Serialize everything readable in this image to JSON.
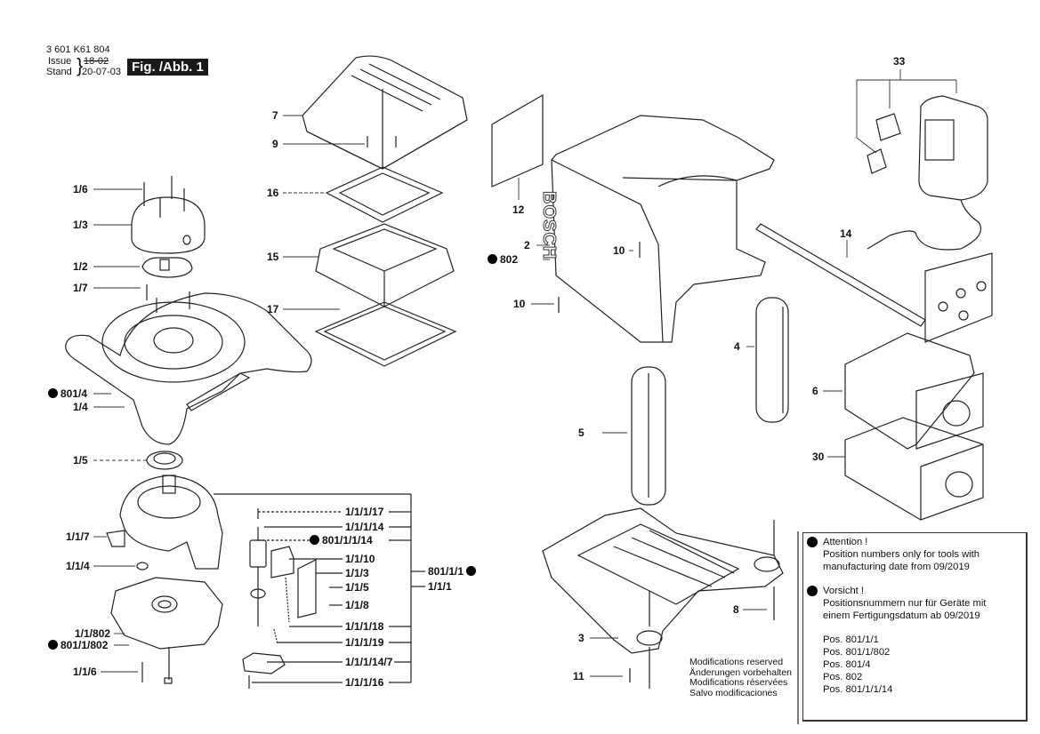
{
  "header": {
    "part_number": "3 601 K61 804",
    "issue_label": "Issue",
    "issue_value_struck": "18-02",
    "stand_label": "Stand",
    "stand_value": "20-07-03",
    "figure_label": "Fig. /Abb. 1"
  },
  "callouts": {
    "c1_6": "1/6",
    "c1_3": "1/3",
    "c1_2": "1/2",
    "c1_7": "1/7",
    "c801_4": "801/4",
    "c1_4": "1/4",
    "c1_5": "1/5",
    "c1_1_7": "1/1/7",
    "c1_1_4": "1/1/4",
    "c1_1_802": "1/1/802",
    "c801_1_802": "801/1/802",
    "c1_1_6": "1/1/6",
    "c7": "7",
    "c9": "9",
    "c16": "16",
    "c15": "15",
    "c17": "17",
    "c1_1_1_17": "1/1/1/17",
    "c1_1_1_14": "1/1/1/14",
    "c801_1_1_14": "801/1/1/14",
    "c1_1_10": "1/1/10",
    "c1_1_3": "1/1/3",
    "c1_1_5": "1/1/5",
    "c1_1_8": "1/1/8",
    "c1_1_1_18": "1/1/1/18",
    "c1_1_1_19": "1/1/1/19",
    "c1_1_1_14_7": "1/1/1/14/7",
    "c1_1_1_16": "1/1/1/16",
    "c801_1_1": "801/1/1",
    "c1_1_1": "1/1/1",
    "c12": "12",
    "c2": "2",
    "c802": "802",
    "c10a": "10",
    "c10b": "10",
    "c4": "4",
    "c5": "5",
    "c3": "3",
    "c8": "8",
    "c11": "11",
    "c33": "33",
    "c14": "14",
    "c6": "6",
    "c30": "30"
  },
  "housing_logo": "BOSCH",
  "notice": {
    "attention_title": "Attention !",
    "attention_text_1": "Position numbers only for tools with",
    "attention_text_2": "manufacturing date from 09/2019",
    "vorsicht_title": "Vorsicht !",
    "vorsicht_text_1": "Positionsnummern nur für Geräte mit",
    "vorsicht_text_2": "einem Fertigungsdatum ab 09/2019",
    "positions": [
      "Pos. 801/1/1",
      "Pos. 801/1/802",
      "Pos. 801/4",
      "Pos. 802",
      "Pos. 801/1/1/14"
    ]
  },
  "modifications": [
    "Modifications reserved",
    "Änderungen vorbehalten",
    "Modifications réservées",
    "Salvo modificaciones"
  ]
}
